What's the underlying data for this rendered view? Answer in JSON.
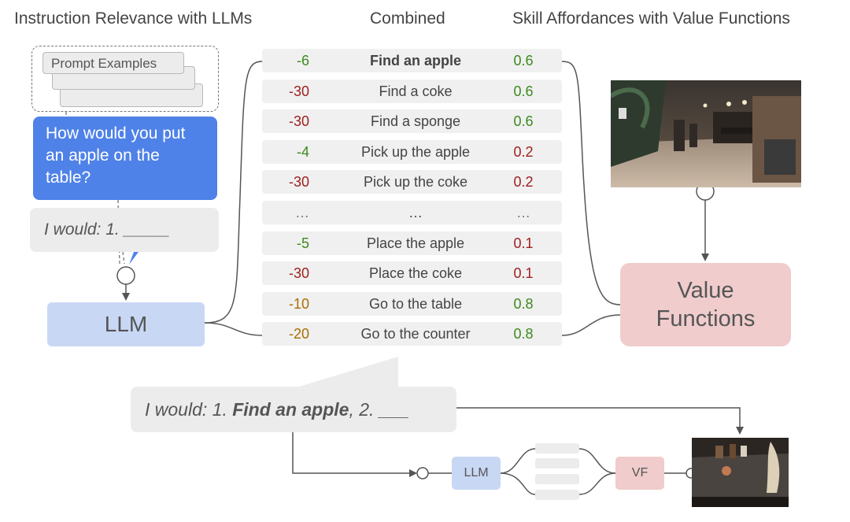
{
  "headers": {
    "left": "Instruction Relevance with LLMs",
    "middle": "Combined",
    "right": "Skill Affordances with Value Functions"
  },
  "prompt_examples_label": "Prompt Examples",
  "question": {
    "line1": "How would you put",
    "line2": "an apple on the",
    "line3": "table?"
  },
  "answer_first": "I would: 1. _____",
  "llm_label": "LLM",
  "value_functions_label": {
    "line1": "Value",
    "line2": "Functions"
  },
  "rows": [
    {
      "llm": "-6",
      "skill": "Find an apple",
      "vf": "0.6",
      "llm_color": "green",
      "vf_color": "green",
      "bold": true
    },
    {
      "llm": "-30",
      "skill": "Find a coke",
      "vf": "0.6",
      "llm_color": "red",
      "vf_color": "green",
      "bold": false
    },
    {
      "llm": "-30",
      "skill": "Find a sponge",
      "vf": "0.6",
      "llm_color": "red",
      "vf_color": "green",
      "bold": false
    },
    {
      "llm": "-4",
      "skill": "Pick up the apple",
      "vf": "0.2",
      "llm_color": "green",
      "vf_color": "red",
      "bold": false
    },
    {
      "llm": "-30",
      "skill": "Pick up the coke",
      "vf": "0.2",
      "llm_color": "red",
      "vf_color": "red",
      "bold": false
    },
    {
      "llm": "…",
      "skill": "…",
      "vf": "…",
      "llm_color": "gray",
      "vf_color": "gray",
      "bold": false
    },
    {
      "llm": "-5",
      "skill": "Place the apple",
      "vf": "0.1",
      "llm_color": "green",
      "vf_color": "red",
      "bold": false
    },
    {
      "llm": "-30",
      "skill": "Place the coke",
      "vf": "0.1",
      "llm_color": "red",
      "vf_color": "red",
      "bold": false
    },
    {
      "llm": "-10",
      "skill": "Go to the table",
      "vf": "0.8",
      "llm_color": "orange",
      "vf_color": "green",
      "bold": false
    },
    {
      "llm": "-20",
      "skill": "Go to the counter",
      "vf": "0.8",
      "llm_color": "orange",
      "vf_color": "green",
      "bold": false
    }
  ],
  "answer_second": {
    "prefix": "I would: 1. ",
    "bold": "Find an apple",
    "suffix": ", 2. ___"
  },
  "small_llm_label": "LLM",
  "small_vf_label": "VF",
  "colors": {
    "question_bg": "#4f82e8",
    "llm_bg": "#c8d8f4",
    "vf_bg": "#f0cccc",
    "row_bg": "#f0f0f0",
    "green": "#3c8a1e",
    "red": "#a12020",
    "orange": "#a86f00"
  }
}
